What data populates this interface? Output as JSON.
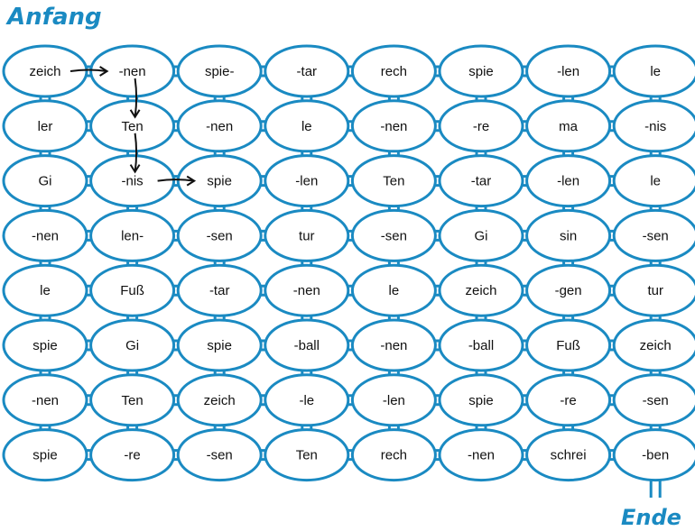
{
  "labels": {
    "start": "Anfang",
    "end": "Ende"
  },
  "colors": {
    "line": "#1a8ac2",
    "text": "#111111",
    "arrow": "#111111"
  },
  "grid": [
    [
      "zeich",
      "-nen",
      "spie-",
      "-tar",
      "rech",
      "spie",
      "-len",
      "le"
    ],
    [
      "ler",
      "Ten",
      "-nen",
      "le",
      "-nen",
      "-re",
      "ma",
      "-nis"
    ],
    [
      "Gi",
      "-nis",
      "spie",
      "-len",
      "Ten",
      "-tar",
      "-len",
      "le"
    ],
    [
      "-nen",
      "len-",
      "-sen",
      "tur",
      "-sen",
      "Gi",
      "sin",
      "-sen"
    ],
    [
      "le",
      "Fuß",
      "-tar",
      "-nen",
      "le",
      "zeich",
      "-gen",
      "tur"
    ],
    [
      "spie",
      "Gi",
      "spie",
      "-ball",
      "-nen",
      "-ball",
      "Fuß",
      "zeich"
    ],
    [
      "-nen",
      "Ten",
      "zeich",
      "-le",
      "-len",
      "spie",
      "-re",
      "-sen"
    ],
    [
      "spie",
      "-re",
      "-sen",
      "Ten",
      "rech",
      "-nen",
      "schrei",
      "-ben"
    ]
  ],
  "example_path": [
    [
      0,
      0
    ],
    [
      0,
      1
    ],
    [
      1,
      1
    ],
    [
      2,
      1
    ],
    [
      2,
      2
    ]
  ]
}
